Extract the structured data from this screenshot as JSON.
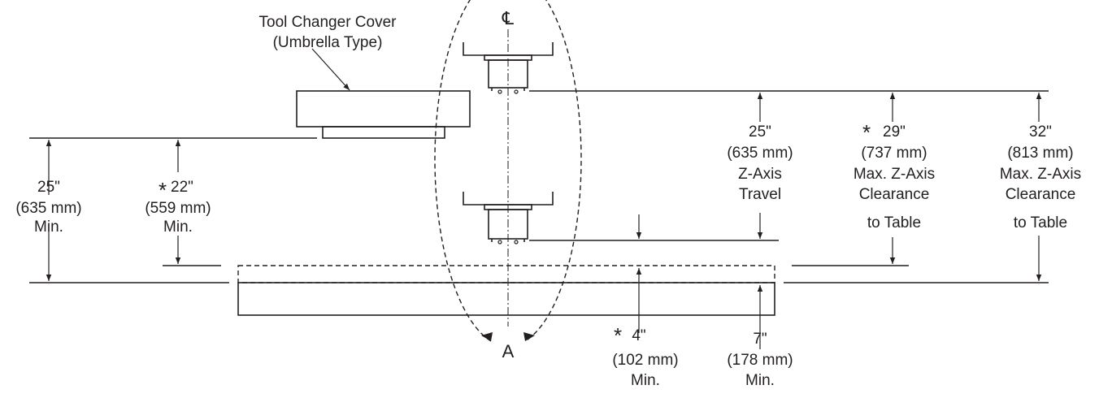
{
  "labels": {
    "tool_changer": [
      "Tool Changer Cover",
      "(Umbrella Type)"
    ],
    "centerline": "℄",
    "detail_marker": "A",
    "star": "*",
    "left_25": [
      "25\"",
      "(635 mm)",
      "Min."
    ],
    "left_22": [
      "22\"",
      "(559 mm)",
      "Min."
    ],
    "z_travel": [
      "25\"",
      "(635 mm)",
      "Z-Axis",
      "Travel"
    ],
    "clear_29": [
      "29\"",
      "(737 mm)",
      "Max. Z-Axis",
      "Clearance",
      "to Table"
    ],
    "clear_32": [
      "32\"",
      "(813 mm)",
      "Max. Z-Axis",
      "Clearance",
      "to Table"
    ],
    "dim_4": [
      "4\"",
      "(102 mm)",
      "Min."
    ],
    "dim_7": [
      "7\"",
      "(178 mm)",
      "Min."
    ]
  },
  "colors": {
    "ink": "#231f20"
  }
}
